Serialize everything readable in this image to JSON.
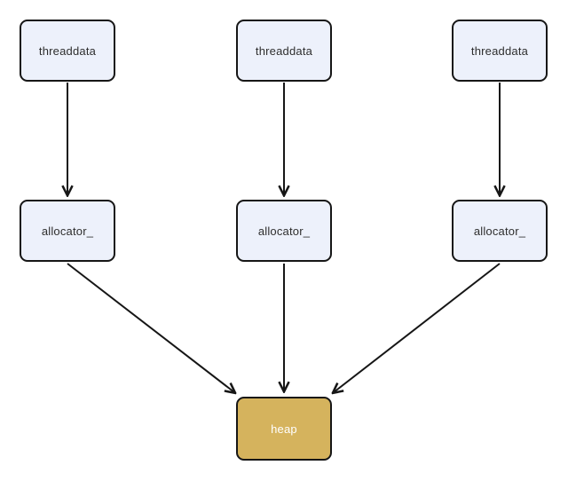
{
  "diagram": {
    "nodes": {
      "threaddata_1": {
        "label": "threaddata"
      },
      "threaddata_2": {
        "label": "threaddata"
      },
      "threaddata_3": {
        "label": "threaddata"
      },
      "allocator_1": {
        "label": "allocator_"
      },
      "allocator_2": {
        "label": "allocator_"
      },
      "allocator_3": {
        "label": "allocator_"
      },
      "heap": {
        "label": "heap"
      }
    },
    "edges": [
      {
        "from": "threaddata_1",
        "to": "allocator_1"
      },
      {
        "from": "threaddata_2",
        "to": "allocator_2"
      },
      {
        "from": "threaddata_3",
        "to": "allocator_3"
      },
      {
        "from": "allocator_1",
        "to": "heap"
      },
      {
        "from": "allocator_2",
        "to": "heap"
      },
      {
        "from": "allocator_3",
        "to": "heap"
      }
    ],
    "colors": {
      "background": "#ffffff",
      "node_fill": "#edf1fb",
      "node_border": "#161616",
      "node_text": "#2e2e2e",
      "heap_fill": "#d5b35d",
      "heap_text": "#ffffff",
      "arrow": "#161616"
    }
  }
}
